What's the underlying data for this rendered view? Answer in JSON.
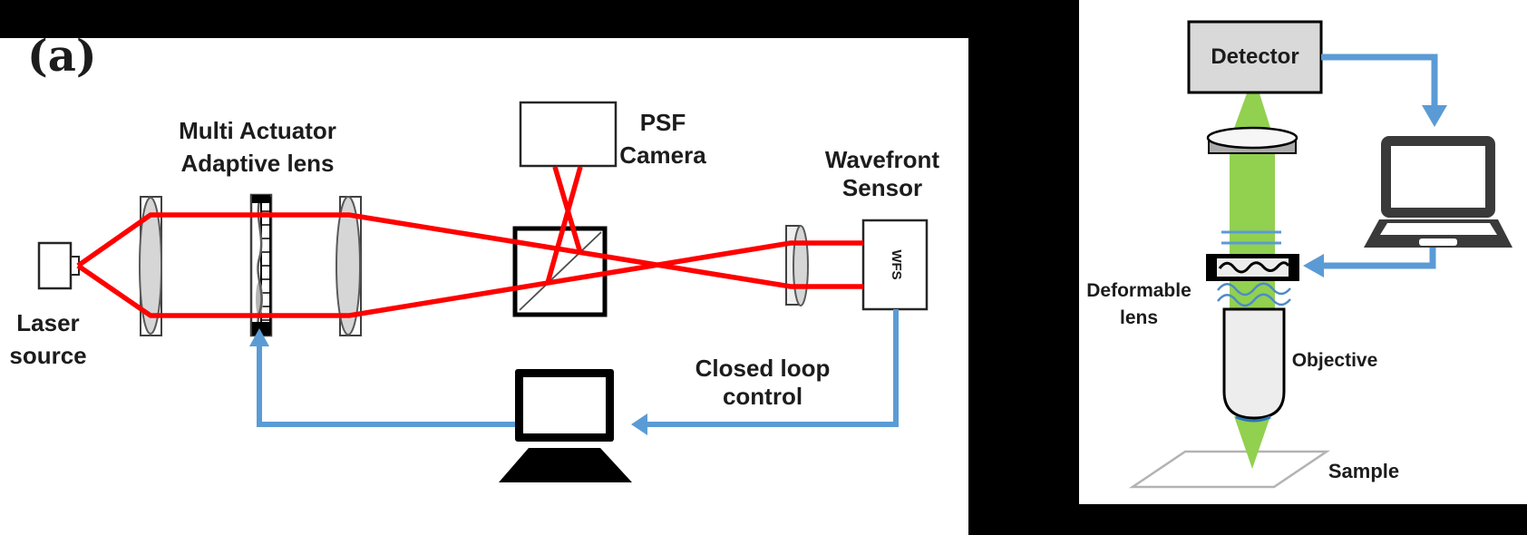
{
  "figure": {
    "panel_a": {
      "tag": "(a)",
      "laser_source": {
        "line1": "Laser",
        "line2": "source"
      },
      "adaptive_lens": {
        "line1": "Multi Actuator",
        "line2": "Adaptive lens"
      },
      "psf_camera": {
        "line1": "PSF",
        "line2": "Camera"
      },
      "wavefront_sensor": {
        "line1": "Wavefront",
        "line2": "Sensor"
      },
      "wfs_box_label": "WFS",
      "closed_loop": {
        "line1": "Closed loop",
        "line2": "control"
      },
      "icons": {
        "computer": "laptop-icon"
      }
    },
    "panel_b": {
      "detector": "Detector",
      "deformable_lens": {
        "line1": "Deformable",
        "line2": "lens"
      },
      "objective": "Objective",
      "sample": "Sample",
      "icons": {
        "computer": "laptop-icon"
      }
    },
    "colors": {
      "beam_red": "#ff0000",
      "control_blue": "#5b9bd5",
      "beam_green": "#92d050",
      "detector_gray": "#d9d9d9",
      "laptop_dark": "#3a3a3a",
      "panel_bg": "#ffffff",
      "canvas_bg": "#000000"
    }
  }
}
